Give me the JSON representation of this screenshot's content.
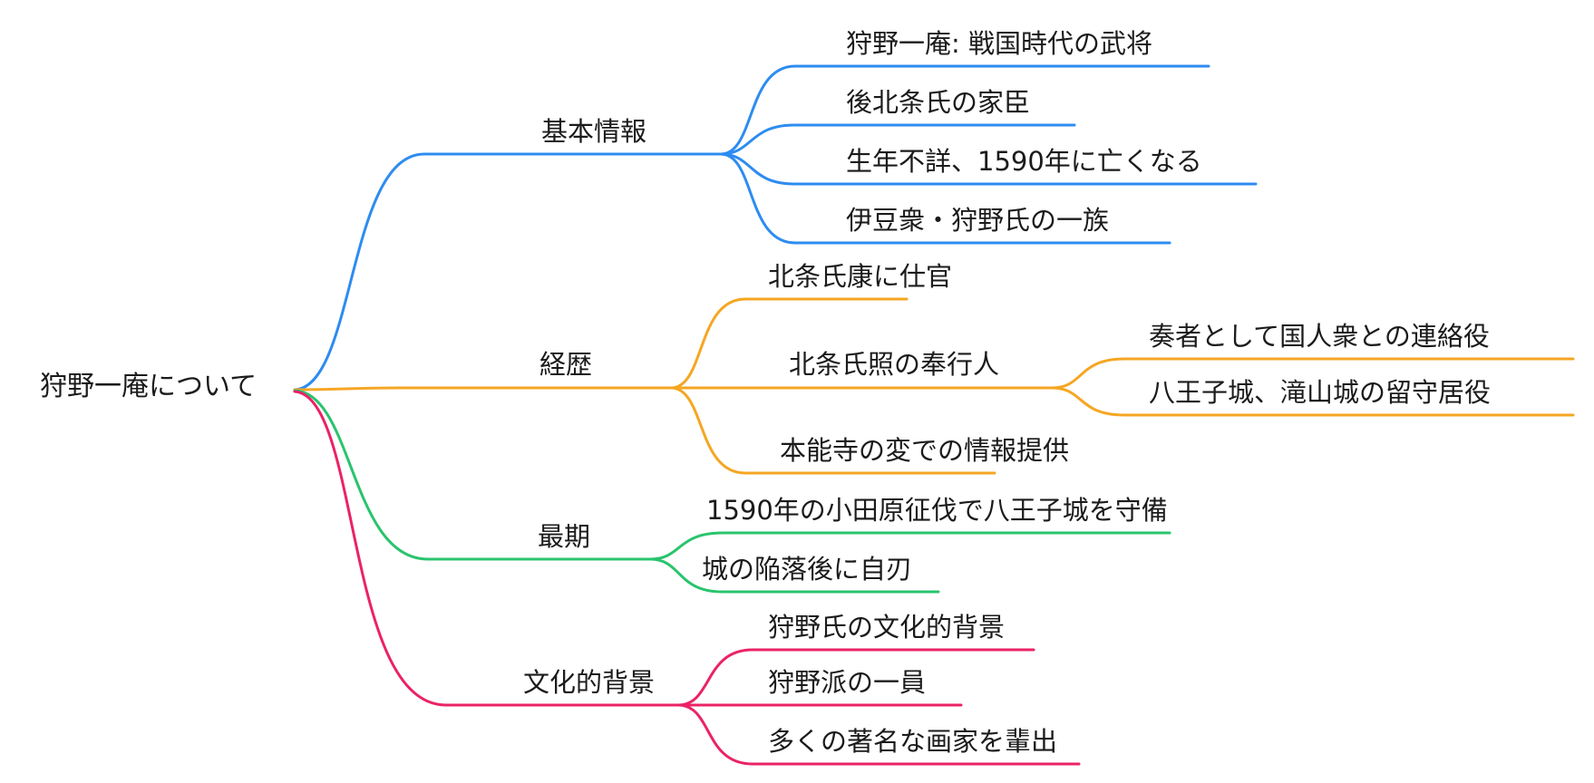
{
  "colors": {
    "background": "#ffffff",
    "text": "#1b1b1b",
    "branch_basic_info": "#2D8CF0",
    "branch_career": "#F5A623",
    "branch_final_days": "#29C46D",
    "branch_culture": "#EB2267"
  },
  "mindmap": {
    "root": {
      "label": "狩野一庵について"
    },
    "branches": [
      {
        "label": "基本情報",
        "color": "#2D8CF0",
        "children": [
          {
            "label": "狩野一庵: 戦国時代の武将"
          },
          {
            "label": "後北条氏の家臣"
          },
          {
            "label": "生年不詳、1590年に亡くなる"
          },
          {
            "label": "伊豆衆・狩野氏の一族"
          }
        ]
      },
      {
        "label": "経歴",
        "color": "#F5A623",
        "children": [
          {
            "label": "北条氏康に仕官"
          },
          {
            "label": "北条氏照の奉行人",
            "children": [
              {
                "label": "奏者として国人衆との連絡役"
              },
              {
                "label": "八王子城、滝山城の留守居役"
              }
            ]
          },
          {
            "label": "本能寺の変での情報提供"
          }
        ]
      },
      {
        "label": "最期",
        "color": "#29C46D",
        "children": [
          {
            "label": "1590年の小田原征伐で八王子城を守備"
          },
          {
            "label": "城の陥落後に自刃"
          }
        ]
      },
      {
        "label": "文化的背景",
        "color": "#EB2267",
        "children": [
          {
            "label": "狩野氏の文化的背景"
          },
          {
            "label": "狩野派の一員"
          },
          {
            "label": "多くの著名な画家を輩出"
          }
        ]
      }
    ]
  }
}
